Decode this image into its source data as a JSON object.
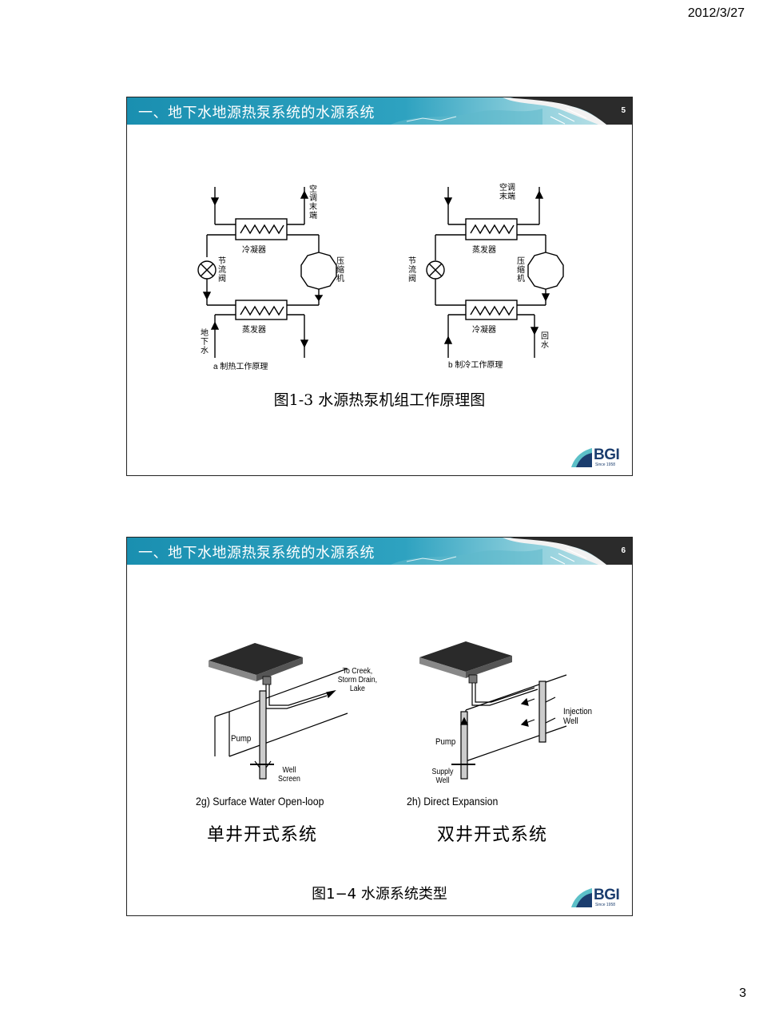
{
  "page": {
    "date": "2012/3/27",
    "number": "3"
  },
  "slides": [
    {
      "title": "一、地下水地源热泵系统的水源系统",
      "number": "5",
      "logo": {
        "text": "BGI",
        "sub": "Since 1958"
      },
      "diagram_a": {
        "top_right": "空调末端",
        "upper_box": "冷凝器",
        "lower_box": "蒸发器",
        "valve": "节流阀",
        "compressor": "压缩机",
        "bottom_left": "地下水",
        "caption": "a  制热工作原理"
      },
      "diagram_b": {
        "top_right": "空调末端",
        "upper_box": "蒸发器",
        "lower_box": "冷凝器",
        "valve": "节流阀",
        "compressor": "压缩机",
        "bottom_right": "回水",
        "caption": "b  制冷工作原理"
      },
      "caption": "图1-3 水源热泵机组工作原理图"
    },
    {
      "title": "一、地下水地源热泵系统的水源系统",
      "number": "6",
      "logo": {
        "text": "BGI",
        "sub": "Since 1958"
      },
      "left_figure": {
        "outlet": [
          "To Creek,",
          "Storm Drain,",
          "Lake"
        ],
        "pump": "Pump",
        "screen": [
          "Well",
          "Screen"
        ],
        "label": "2g) Surface Water Open-loop",
        "system": "单井开式系统"
      },
      "right_figure": {
        "injection": [
          "Injection",
          "Well"
        ],
        "pump": "Pump",
        "supply": [
          "Supply",
          "Well"
        ],
        "label": "2h) Direct Expansion",
        "system": "双井开式系统"
      },
      "caption": "图1−4   水源系统类型"
    }
  ]
}
